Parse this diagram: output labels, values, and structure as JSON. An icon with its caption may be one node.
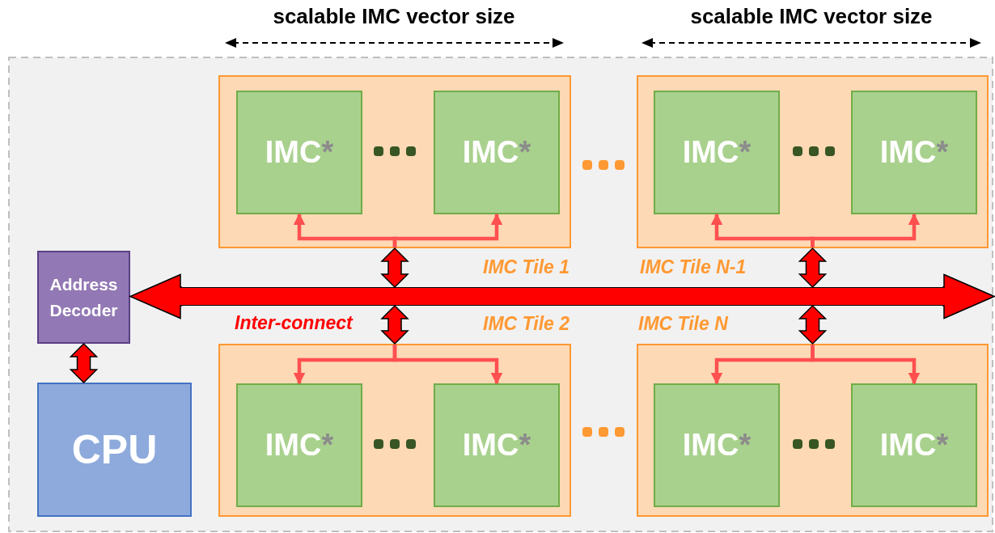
{
  "diagram": {
    "nodes": [
      {
        "text": [
          "Address Decoder"
        ]
      },
      {
        "text": [
          "CPU"
        ]
      },
      {
        "text": [],
        "shape": "bar",
        "beside": [
          "Inter-connect"
        ]
      },
      {
        "text": [
          "IMC Tile 1"
        ]
      },
      {
        "text": [
          "IMC",
          "*"
        ],
        "in": 3
      },
      {
        "text": [
          "IMC",
          "*"
        ],
        "in": 3
      },
      {
        "text": [
          "IMC Tile N-1"
        ]
      },
      {
        "text": [
          "IMC",
          "*"
        ],
        "in": 6
      },
      {
        "text": [
          "IMC",
          "*"
        ],
        "in": 6
      },
      {
        "text": [
          "IMC Tile 2"
        ]
      },
      {
        "text": [
          "IMC",
          "*"
        ],
        "in": 9
      },
      {
        "text": [
          "IMC",
          "*"
        ],
        "in": 9
      },
      {
        "text": [
          "IMC Tile N"
        ]
      },
      {
        "text": [
          "IMC",
          "*"
        ],
        "in": 12
      },
      {
        "text": [
          "IMC",
          "*"
        ],
        "in": 12
      }
    ],
    "edges": [
      {
        "from": 3,
        "to": 4,
        "arrow": "to"
      },
      {
        "from": 3,
        "to": 5,
        "arrow": "to"
      },
      {
        "from": 6,
        "to": 7,
        "arrow": "to"
      },
      {
        "from": 6,
        "to": 8,
        "arrow": "to"
      },
      {
        "from": 9,
        "to": 10,
        "arrow": "to"
      },
      {
        "from": 9,
        "to": 11,
        "arrow": "to"
      },
      {
        "from": 12,
        "to": 13,
        "arrow": "to"
      },
      {
        "from": 12,
        "to": 14,
        "arrow": "to"
      },
      {
        "from": 3,
        "to": 2,
        "arrow": "both",
        "style": "thick",
        "color": "#ff0000"
      },
      {
        "from": 6,
        "to": 2,
        "arrow": "both",
        "style": "thick",
        "color": "#ff0000"
      },
      {
        "from": 9,
        "to": 2,
        "arrow": "both",
        "style": "thick",
        "color": "#ff0000"
      },
      {
        "from": 12,
        "to": 2,
        "arrow": "both",
        "style": "thick",
        "color": "#ff0000"
      },
      {
        "from": 2,
        "to": 0,
        "arrow": "to",
        "style": "thick",
        "color": "#ff0000"
      },
      {
        "from": 2,
        "to": null,
        "arrow": "to",
        "style": "thick",
        "color": "#ff0000"
      },
      {
        "from": 0,
        "to": 1,
        "arrow": "both",
        "style": "thick",
        "color": "#ff0000"
      }
    ],
    "labels": [
      "scalable IMC vector size",
      "scalable IMC vector size"
    ]
  }
}
